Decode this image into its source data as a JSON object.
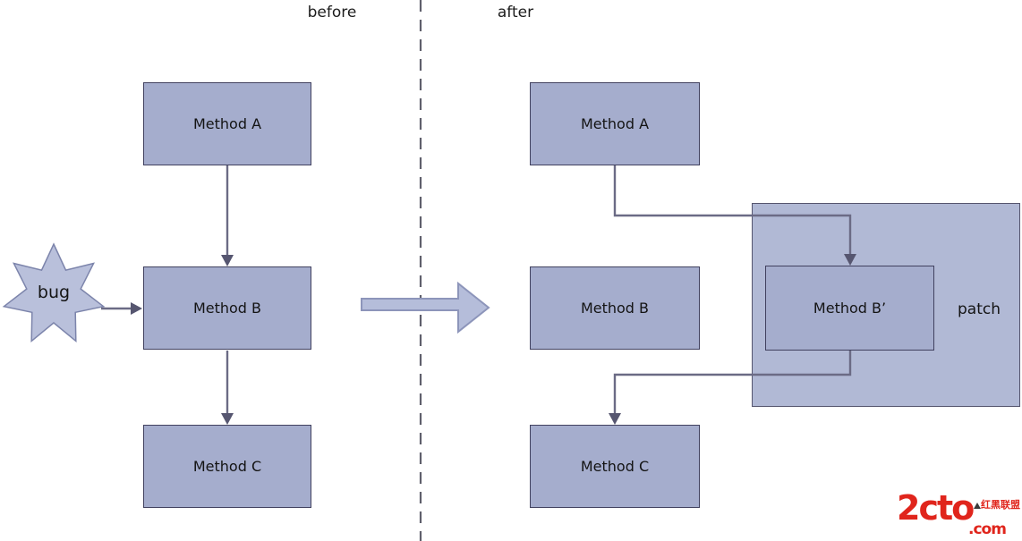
{
  "header": {
    "before_label": "before",
    "after_label": "after"
  },
  "before": {
    "method_a": "Method A",
    "method_b": "Method B",
    "method_c": "Method C",
    "bug": "bug"
  },
  "after": {
    "method_a": "Method A",
    "method_b": "Method B",
    "method_b_prime": "Method B’",
    "method_c": "Method C",
    "patch_label": "patch"
  },
  "logo": {
    "brand": "2cto",
    "suffix": ".com",
    "tagline": "红黑联盟"
  },
  "colors": {
    "node_fill": "#a5adcd",
    "node_border": "#41415f",
    "patch_fill": "#b1b9d5",
    "star_fill": "#b9c0db",
    "block_arrow_fill": "#b5bdda",
    "connector": "#6b6b85",
    "arrowhead": "#565670",
    "divider": "#60606c",
    "logo_red": "#e0251c",
    "text": "#141414"
  }
}
